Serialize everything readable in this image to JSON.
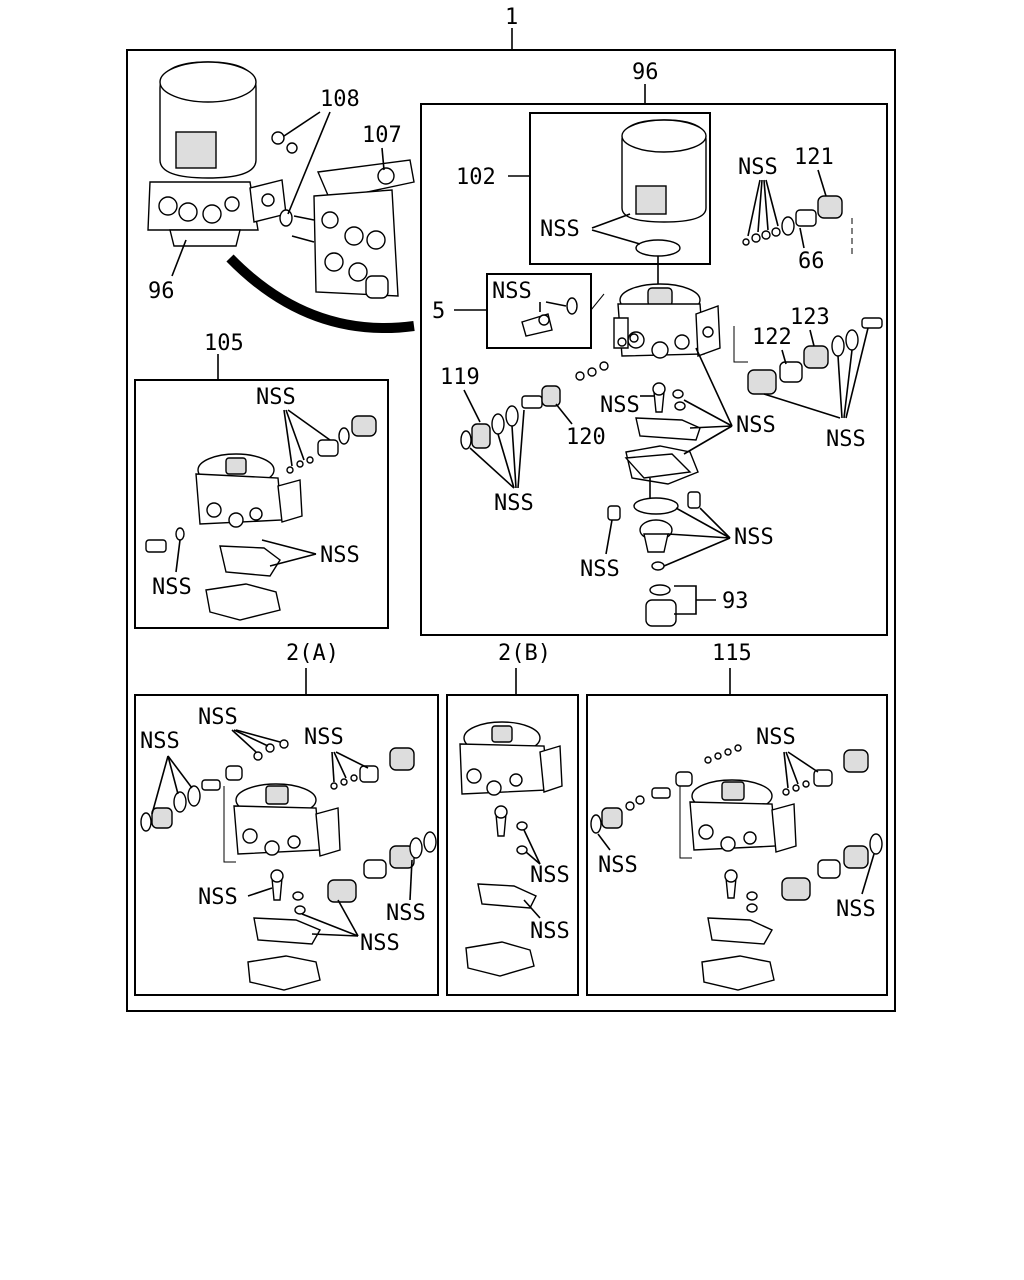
{
  "labels": {
    "root": "1",
    "p96_top": "96",
    "p96_left": "96",
    "p108": "108",
    "p107": "107",
    "p102": "102",
    "p121": "121",
    "p66": "66",
    "p5": "5",
    "p123": "123",
    "p122": "122",
    "p119": "119",
    "p120": "120",
    "p93": "93",
    "p105": "105",
    "p2a": "2(A)",
    "p2b": "2(B)",
    "p115": "115",
    "nss": "NSS"
  }
}
